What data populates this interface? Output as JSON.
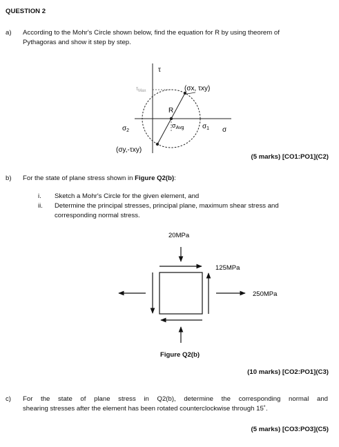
{
  "question_title": "QUESTION 2",
  "part_a": {
    "label": "a)",
    "line1": "According to the Mohr's Circle shown below, find the equation for R by using theorem of",
    "line2": "Pythagoras and show it step by step.",
    "marks": "(5 marks) [CO1:PO1](C2)"
  },
  "mohr_diagram": {
    "tau_axis": "τ",
    "sigma_axis": "σ",
    "tau_max": "τ",
    "tau_max_sub": "Max",
    "sigma2": "σ",
    "sigma2_sub": "2",
    "sigma1": "σ",
    "sigma1_sub": "1",
    "radius": "R",
    "sigma_avg": "σ",
    "sigma_avg_sub": "Avg",
    "point_top": "(σx, τxy)",
    "point_bottom": "(σy,-τxy)"
  },
  "part_b": {
    "label": "b)",
    "intro_pre": "For the state of plane stress shown in ",
    "intro_figure": "Figure Q2(b)",
    "intro_post": ":",
    "items": [
      {
        "num": "i.",
        "text": "Sketch a Mohr's Circle for the given element, and"
      },
      {
        "num": "ii.",
        "text": "Determine the principal stresses, principal plane, maximum shear stress and"
      }
    ],
    "item2_cont": "corresponding normal stress.",
    "marks": "(10 marks) [CO2:PO1](C3)"
  },
  "figure_q2b": {
    "stress_top": "20MPa",
    "stress_shear": "125MPa",
    "stress_right": "250MPa",
    "caption": "Figure Q2(b)"
  },
  "part_c": {
    "label": "c)",
    "line1": "For the state of plane stress in Q2(b), determine the corresponding normal and",
    "line2": "shearing stresses after the element has been rotated counterclockwise through 15˚.",
    "marks": "(5 marks) [CO3:PO3](C5)"
  }
}
